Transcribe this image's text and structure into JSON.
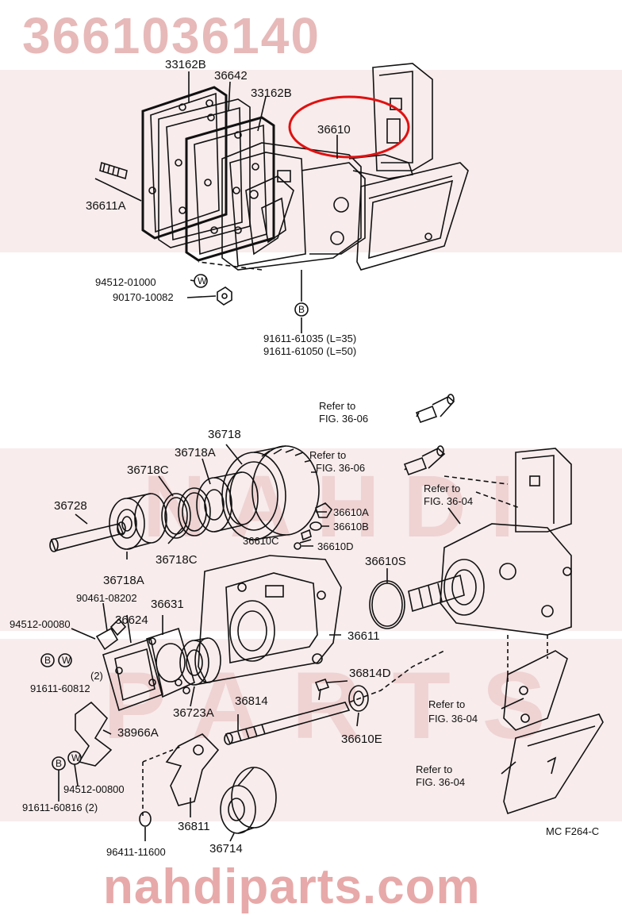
{
  "watermark": {
    "part_number": "3661036140",
    "site": "nahdiparts.com",
    "brand_lines": [
      "NAHDI",
      "PARTS"
    ]
  },
  "diagram_code": "MC F264-C",
  "highlight_color": "#e01010",
  "top_assembly": {
    "labels": {
      "gasket_a": "33162B",
      "plate": "36642",
      "gasket_b": "33162B",
      "pump_assy": "36610",
      "stud": "36611A",
      "washer": "94512-01000",
      "nut": "90170-10082",
      "bolt_1": "91611-61035 (L=35)",
      "bolt_2": "91611-61050 (L=50)"
    },
    "badges": {
      "washer": "W",
      "nut_shape": "",
      "bolt": "B"
    }
  },
  "bottom_assembly": {
    "labels": {
      "gear": "36718",
      "bearing_a": "36718A",
      "snap_c": "36718C",
      "shaft": "36728",
      "bearing_a2": "36718A",
      "snap_c2": "36718C",
      "plug": "36610A",
      "plug_b": "36610B",
      "plug_c": "36610C",
      "plug_d": "36610D",
      "oring": "36610S",
      "case": "36611",
      "bolt_90461": "90461-08202",
      "gasket_36631": "36631",
      "washer_94512_00080": "94512-00080",
      "plate_36624": "36624",
      "qty_2": "(2)",
      "bolt_91611_60812": "91611-60812",
      "bearing_36723a": "36723A",
      "shaft_36814": "36814",
      "bolt_36814d": "36814D",
      "seal_36610e": "36610E",
      "bracket_38966a": "38966A",
      "washer_94512_00800": "94512-00800",
      "bolt_91611_60816": "91611-60816 (2)",
      "lever_36811": "36811",
      "gear_36714": "36714",
      "plug_96411": "96411-11600"
    },
    "refs": {
      "ref1": [
        "Refer to",
        "FIG. 36-06"
      ],
      "ref2": [
        "Refer to",
        "FIG. 36-06"
      ],
      "ref3": [
        "Refer to",
        "FIG. 36-04"
      ],
      "ref4": [
        "Refer to",
        "FIG. 36-04"
      ],
      "ref5": [
        "Refer to",
        "FIG. 36-04"
      ]
    },
    "badges": {
      "b": "B",
      "w": "W"
    }
  }
}
